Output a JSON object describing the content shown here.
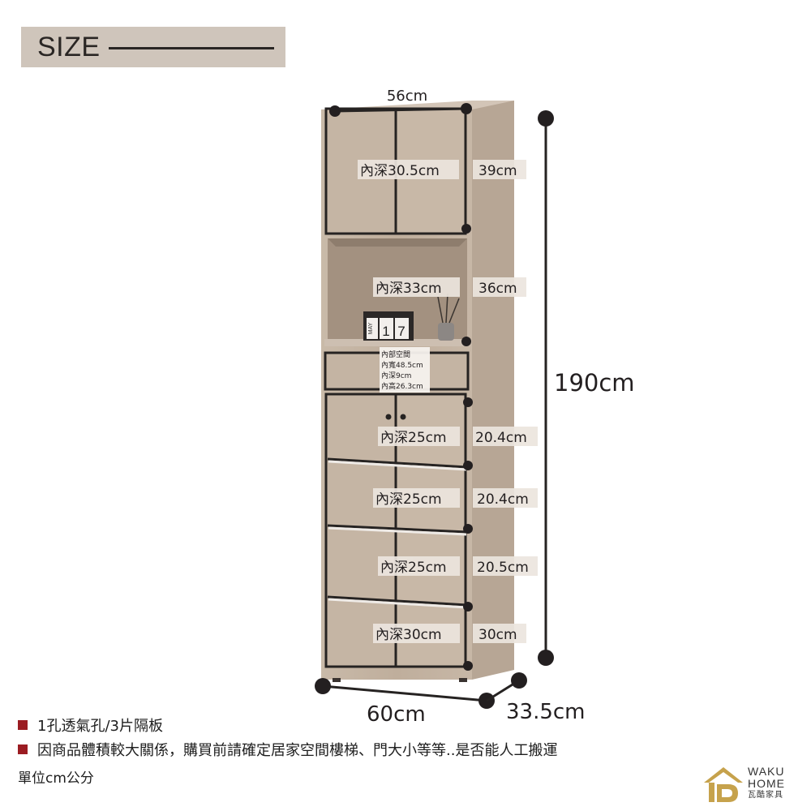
{
  "header": {
    "size_label": "SIZE"
  },
  "dimensions": {
    "top_width": "56cm",
    "total_height": "190cm",
    "base_width": "60cm",
    "base_depth": "33.5cm"
  },
  "sections": [
    {
      "inner_depth": "內深30.5cm",
      "height": "39cm"
    },
    {
      "inner_depth": "內深33cm",
      "height": "36cm"
    },
    {
      "inner_depth": "內深25cm",
      "height": "20.4cm"
    },
    {
      "inner_depth": "內深25cm",
      "height": "20.4cm"
    },
    {
      "inner_depth": "內深25cm",
      "height": "20.5cm"
    },
    {
      "inner_depth": "內深30cm",
      "height": "30cm"
    }
  ],
  "drawer": {
    "title": "內部空間",
    "width": "內寬48.5cm",
    "depth": "內深9cm",
    "height": "內高26.3cm"
  },
  "decor": {
    "calendar_month": "MAY",
    "calendar_day_1": "1",
    "calendar_day_2": "7"
  },
  "notes": [
    "1孔透氣孔/3片隔板",
    "因商品體積較大關係，購買前請確定居家空間樓梯、門大小等等..是否能人工搬運"
  ],
  "unit_note": "單位cm公分",
  "brand": {
    "line1": "WAKU",
    "line2": "HOME",
    "line3": "瓦酷家具"
  },
  "colors": {
    "banner": "#cfc5bb",
    "wood": "#c3b3a2",
    "wood_dark": "#a8978a",
    "wood_light": "#d7cabd",
    "frame": "#262322",
    "label_bg": "#ece5de",
    "note_bullet": "#9b1c22",
    "brand_gold": "#c6a24c"
  }
}
